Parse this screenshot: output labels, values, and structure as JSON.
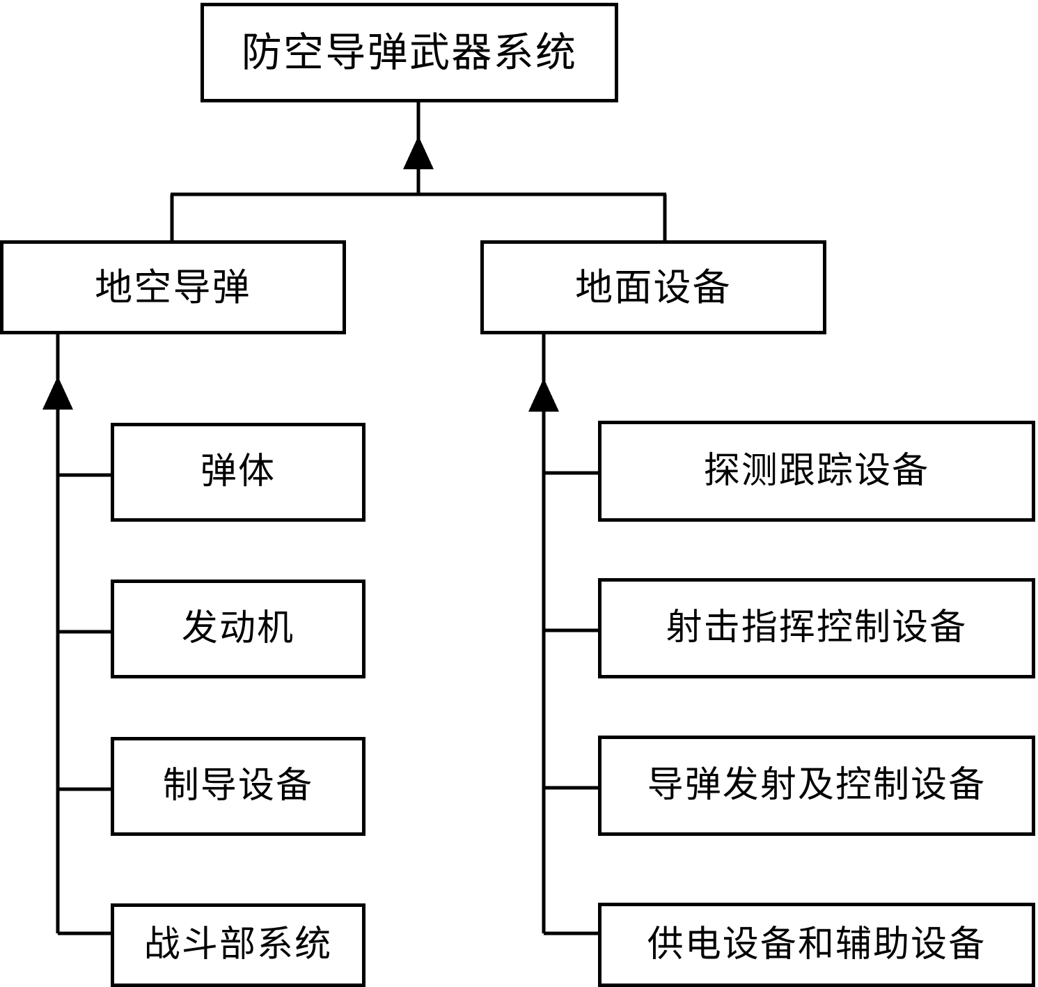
{
  "diagram": {
    "title": "防空导弹武器系统",
    "type": "tree-hierarchy",
    "orientation": "top-down",
    "background_color": "#ffffff",
    "line_color": "#000000",
    "text_color": "#000000",
    "root": {
      "label": "防空导弹武器系统"
    },
    "branches": [
      {
        "id": "surface-to-air-missile",
        "label": "地空导弹",
        "children": [
          {
            "id": "missile-body",
            "label": "弹体"
          },
          {
            "id": "engine",
            "label": "发动机"
          },
          {
            "id": "guidance-equipment",
            "label": "制导设备"
          },
          {
            "id": "warhead-system",
            "label": "战斗部系统"
          }
        ]
      },
      {
        "id": "ground-equipment",
        "label": "地面设备",
        "children": [
          {
            "id": "detection-tracking-equipment",
            "label": "探测跟踪设备"
          },
          {
            "id": "fire-command-control-equipment",
            "label": "射击指挥控制设备"
          },
          {
            "id": "missile-launch-control-equipment",
            "label": "导弹发射及控制设备"
          },
          {
            "id": "power-supply-auxiliary-equipment",
            "label": "供电设备和辅助设备"
          }
        ]
      }
    ],
    "connector_style": {
      "arrowhead": "filled-triangle-up",
      "stroke_width": 5
    }
  }
}
